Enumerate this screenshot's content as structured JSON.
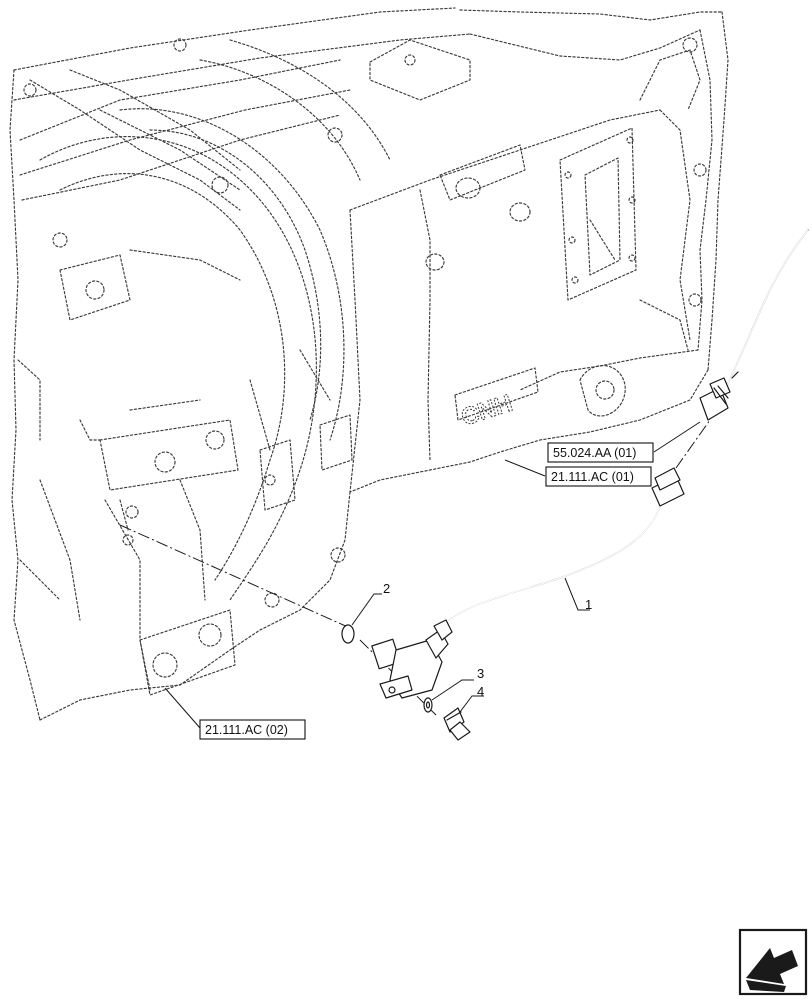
{
  "callouts": {
    "part_1": "1",
    "part_2": "2",
    "part_3": "3",
    "part_4": "4"
  },
  "references": {
    "ref_55024": "55.024.AA (01)",
    "ref_21111_01": "21.111.AC (01)",
    "ref_21111_02": "21.111.AC (02)"
  },
  "housing_logo": "CNH",
  "icons": {
    "nav": "next-page-arrow-icon"
  }
}
